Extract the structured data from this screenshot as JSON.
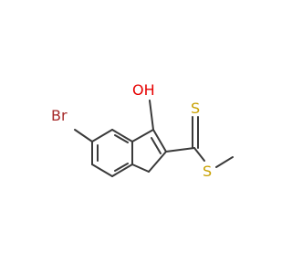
{
  "molecule": {
    "atoms": [
      {
        "id": "br",
        "label": "Br",
        "color": "#a62929"
      },
      {
        "id": "o",
        "label": "OH",
        "color": "#e60000"
      },
      {
        "id": "s_thione",
        "label": "S",
        "color": "#c8a000"
      },
      {
        "id": "s_thioether",
        "label": "S",
        "color": "#c8a000"
      }
    ],
    "bond_color": "#3a3a3a"
  }
}
